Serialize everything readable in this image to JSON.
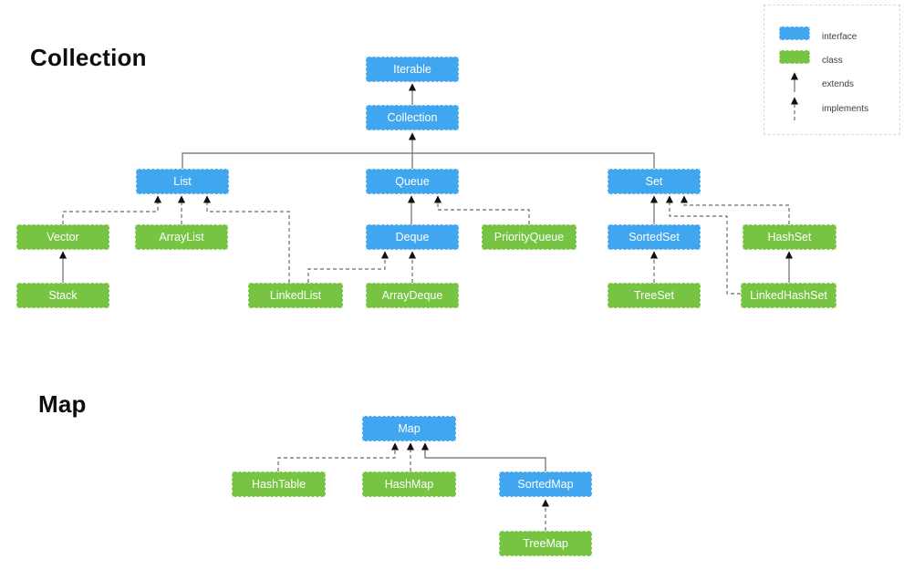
{
  "sections": {
    "collection": {
      "title": "Collection"
    },
    "map": {
      "title": "Map"
    }
  },
  "legend": {
    "items": [
      {
        "key": "interface",
        "label": "interface",
        "swatch": "blue-rect"
      },
      {
        "key": "class",
        "label": "class",
        "swatch": "green-rect"
      },
      {
        "key": "extends",
        "label": "extends",
        "swatch": "solid-arrow-up"
      },
      {
        "key": "implements",
        "label": "implements",
        "swatch": "dashed-arrow-up"
      }
    ]
  },
  "colors": {
    "interface_fill": "#41a6f0",
    "class_fill": "#76c442",
    "line": "#6b6b6b",
    "arrowhead": "#111111",
    "node_text": "#ffffff",
    "legend_border": "#d9d9d9",
    "legend_text": "#404040",
    "title_text": "#0d0d0d"
  },
  "nodes": [
    {
      "id": "Iterable",
      "label": "Iterable",
      "kind": "interface"
    },
    {
      "id": "Collection",
      "label": "Collection",
      "kind": "interface"
    },
    {
      "id": "List",
      "label": "List",
      "kind": "interface"
    },
    {
      "id": "Queue",
      "label": "Queue",
      "kind": "interface"
    },
    {
      "id": "Set",
      "label": "Set",
      "kind": "interface"
    },
    {
      "id": "Vector",
      "label": "Vector",
      "kind": "class"
    },
    {
      "id": "ArrayList",
      "label": "ArrayList",
      "kind": "class"
    },
    {
      "id": "Deque",
      "label": "Deque",
      "kind": "interface"
    },
    {
      "id": "PriorityQueue",
      "label": "PriorityQueue",
      "kind": "class"
    },
    {
      "id": "SortedSet",
      "label": "SortedSet",
      "kind": "interface"
    },
    {
      "id": "HashSet",
      "label": "HashSet",
      "kind": "class"
    },
    {
      "id": "Stack",
      "label": "Stack",
      "kind": "class"
    },
    {
      "id": "LinkedList",
      "label": "LinkedList",
      "kind": "class"
    },
    {
      "id": "ArrayDeque",
      "label": "ArrayDeque",
      "kind": "class"
    },
    {
      "id": "TreeSet",
      "label": "TreeSet",
      "kind": "class"
    },
    {
      "id": "LinkedHashSet",
      "label": "LinkedHashSet",
      "kind": "class"
    },
    {
      "id": "Map",
      "label": "Map",
      "kind": "interface"
    },
    {
      "id": "HashTable",
      "label": "HashTable",
      "kind": "class"
    },
    {
      "id": "HashMap",
      "label": "HashMap",
      "kind": "class"
    },
    {
      "id": "SortedMap",
      "label": "SortedMap",
      "kind": "interface"
    },
    {
      "id": "TreeMap",
      "label": "TreeMap",
      "kind": "class"
    }
  ],
  "edges": [
    {
      "from": "Collection",
      "to": "Iterable",
      "type": "extends"
    },
    {
      "from": "List",
      "to": "Collection",
      "type": "extends"
    },
    {
      "from": "Queue",
      "to": "Collection",
      "type": "extends"
    },
    {
      "from": "Set",
      "to": "Collection",
      "type": "extends"
    },
    {
      "from": "Deque",
      "to": "Queue",
      "type": "extends"
    },
    {
      "from": "SortedSet",
      "to": "Set",
      "type": "extends"
    },
    {
      "from": "Stack",
      "to": "Vector",
      "type": "extends"
    },
    {
      "from": "LinkedHashSet",
      "to": "HashSet",
      "type": "extends"
    },
    {
      "from": "SortedMap",
      "to": "Map",
      "type": "extends"
    },
    {
      "from": "Vector",
      "to": "List",
      "type": "implements"
    },
    {
      "from": "ArrayList",
      "to": "List",
      "type": "implements"
    },
    {
      "from": "LinkedList",
      "to": "List",
      "type": "implements"
    },
    {
      "from": "LinkedList",
      "to": "Deque",
      "type": "implements"
    },
    {
      "from": "ArrayDeque",
      "to": "Deque",
      "type": "implements"
    },
    {
      "from": "PriorityQueue",
      "to": "Queue",
      "type": "implements"
    },
    {
      "from": "HashSet",
      "to": "Set",
      "type": "implements"
    },
    {
      "from": "LinkedHashSet",
      "to": "Set",
      "type": "implements"
    },
    {
      "from": "TreeSet",
      "to": "SortedSet",
      "type": "implements"
    },
    {
      "from": "HashTable",
      "to": "Map",
      "type": "implements"
    },
    {
      "from": "HashMap",
      "to": "Map",
      "type": "implements"
    },
    {
      "from": "TreeMap",
      "to": "SortedMap",
      "type": "implements"
    }
  ]
}
